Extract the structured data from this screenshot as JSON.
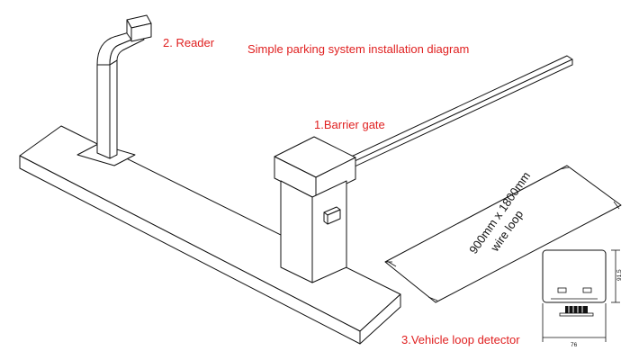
{
  "diagram": {
    "title": "Simple parking system installation diagram",
    "labels": {
      "reader": "2. Reader",
      "barrier_gate": "1.Barrier gate",
      "vehicle_loop_detector": "3.Vehicle loop detector"
    },
    "wire_loop": {
      "line1": "900mm x 1800mm",
      "line2": "wire loop"
    },
    "detector_dims": {
      "height": "91.5",
      "width": "76"
    },
    "colors": {
      "label": "#e02020",
      "outline": "#111111",
      "background": "#ffffff"
    }
  }
}
